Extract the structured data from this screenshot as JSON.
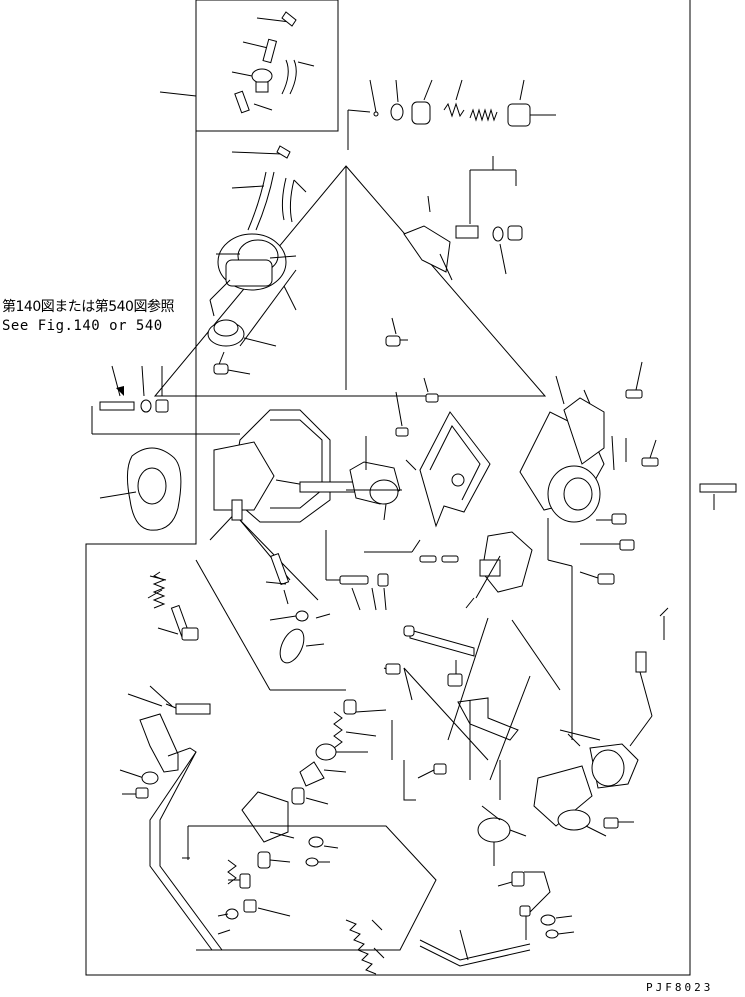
{
  "reference_note": {
    "japanese": "第140図または第540図参照",
    "english": "See Fig.140 or 540"
  },
  "drawing_code": "PJF8023"
}
